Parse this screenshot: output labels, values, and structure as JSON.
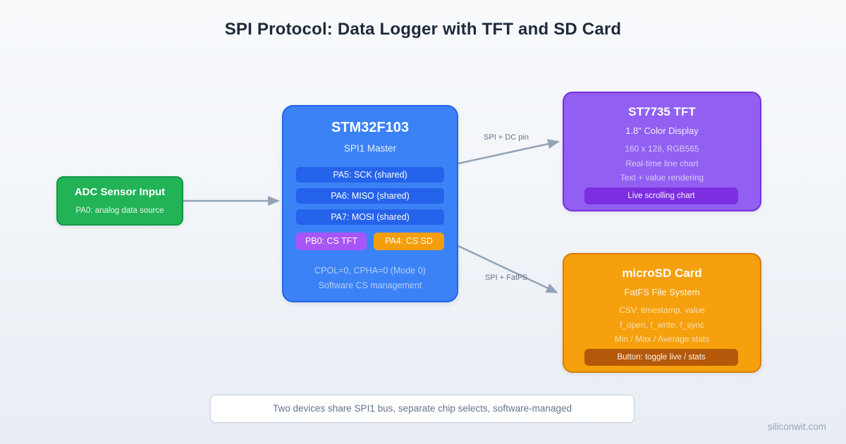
{
  "page": {
    "title": "SPI Protocol: Data Logger with TFT and SD Card",
    "watermark": "siliconwit.com"
  },
  "colors": {
    "adc_green": "#22b356",
    "mcu_blue": "#3b82f6",
    "pin_row_blue": "#2563eb",
    "cs_tft_purple": "#a855f7",
    "cs_sd_orange": "#f59e0b",
    "tft_purple": "#9160f2",
    "tft_badge_purple": "#7c2fe0",
    "sd_orange": "#f5a00c",
    "sd_badge_orange": "#b45909",
    "arrow_gray": "#94a3b8"
  },
  "nodes": {
    "adc": {
      "title": "ADC Sensor Input",
      "subtitle": "PA0: analog data source"
    },
    "mcu": {
      "title": "STM32F103",
      "subtitle": "SPI1 Master",
      "pins": [
        "PA5: SCK (shared)",
        "PA6: MISO (shared)",
        "PA7: MOSI (shared)"
      ],
      "cs_tft": "PB0: CS TFT",
      "cs_sd": "PA4: CS SD",
      "mode_lines": [
        "CPOL=0, CPHA=0 (Mode 0)",
        "Software CS management"
      ]
    },
    "tft": {
      "title": "ST7735 TFT",
      "subtitle": "1.8\" Color Display",
      "details": [
        "160 x 128, RGB565",
        "Real-time line chart",
        "Text + value rendering"
      ],
      "badge": "Live scrolling chart"
    },
    "sd": {
      "title": "microSD Card",
      "subtitle": "FatFS File System",
      "details": [
        "CSV: timestamp, value",
        "f_open, f_write, f_sync",
        "Min / Max / Average stats"
      ],
      "badge": "Button: toggle live / stats"
    }
  },
  "edges": {
    "mcu_to_tft": {
      "label": "SPI + DC pin"
    },
    "mcu_to_sd": {
      "label": "SPI + FatFS"
    }
  },
  "note": {
    "text": "Two devices share SPI1 bus, separate chip selects, software-managed"
  }
}
